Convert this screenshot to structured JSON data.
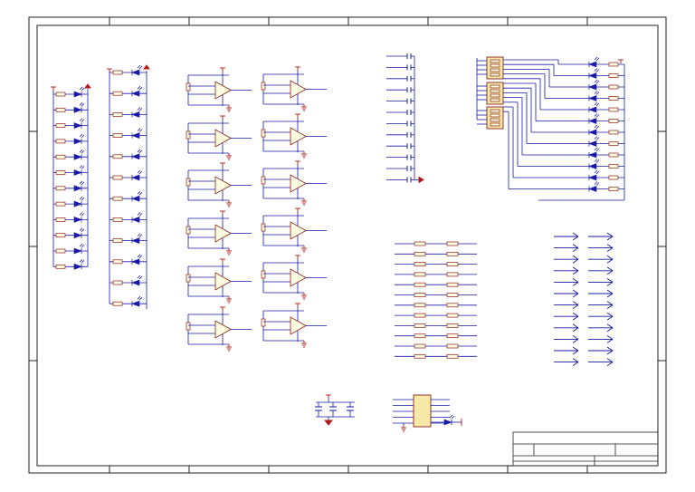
{
  "diagram": {
    "kind": "schematic-sheet",
    "colors": {
      "background": "#ffffff",
      "sheet": "#fdfcf7",
      "frame": "#202020",
      "wire": "#1a1aa6",
      "component": "#8a1f1f",
      "power": "#b01818",
      "ic_fill": "#f7e9a8"
    },
    "blocks": {
      "led_column_left": {
        "led_count": 12
      },
      "led_column_middle": {
        "led_count": 12
      },
      "opamp_left": {
        "count": 6
      },
      "opamp_right": {
        "count": 6
      },
      "capacitor_bank": {
        "count": 12
      },
      "resistor_pairs": {
        "rows": 12
      },
      "arrow_ports": {
        "rows": 12,
        "columns": 2
      },
      "switch_led_array": {
        "switch_packs": 3,
        "led_count": 12
      },
      "power_filter": {
        "capacitors": 3
      },
      "driver_ic": {
        "pins_per_side": 5
      }
    },
    "icons": [
      "gnd-icon",
      "vcc-icon",
      "led-icon",
      "opamp-icon",
      "resistor-icon",
      "capacitor-icon",
      "arrow-port-icon"
    ]
  }
}
